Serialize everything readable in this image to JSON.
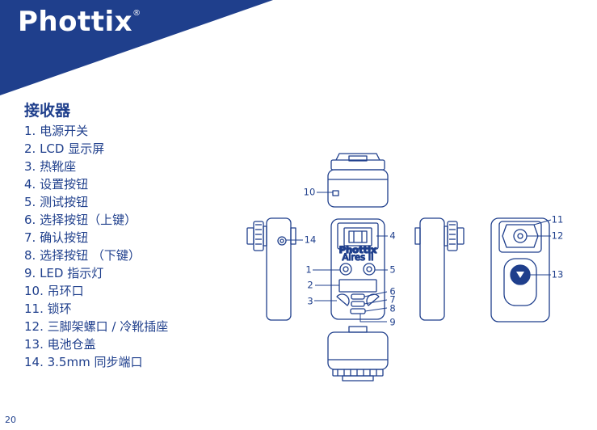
{
  "brand": {
    "name": "Phottix",
    "mark": "®"
  },
  "section_title": "接收器",
  "items": [
    "1. 电源开关",
    "2. LCD 显示屏",
    "3. 热靴座",
    "4. 设置按钮",
    "5. 测试按钮",
    "6. 选择按钮（上键）",
    "7. 确认按钮",
    "8. 选择按钮 （下键）",
    "9. LED 指示灯",
    "10. 吊环口",
    "11. 锁环",
    "12. 三脚架螺口 / 冷靴插座",
    "13. 电池仓盖",
    "14. 3.5mm 同步端口"
  ],
  "callouts": [
    "1",
    "2",
    "3",
    "4",
    "5",
    "6",
    "7",
    "8",
    "9",
    "10",
    "11",
    "12",
    "13",
    "14"
  ],
  "device": {
    "logo": "Phottix",
    "model": "Aires II"
  },
  "page_number": "20",
  "colors": {
    "brand_blue": "#1f3f8c",
    "background": "#ffffff"
  }
}
